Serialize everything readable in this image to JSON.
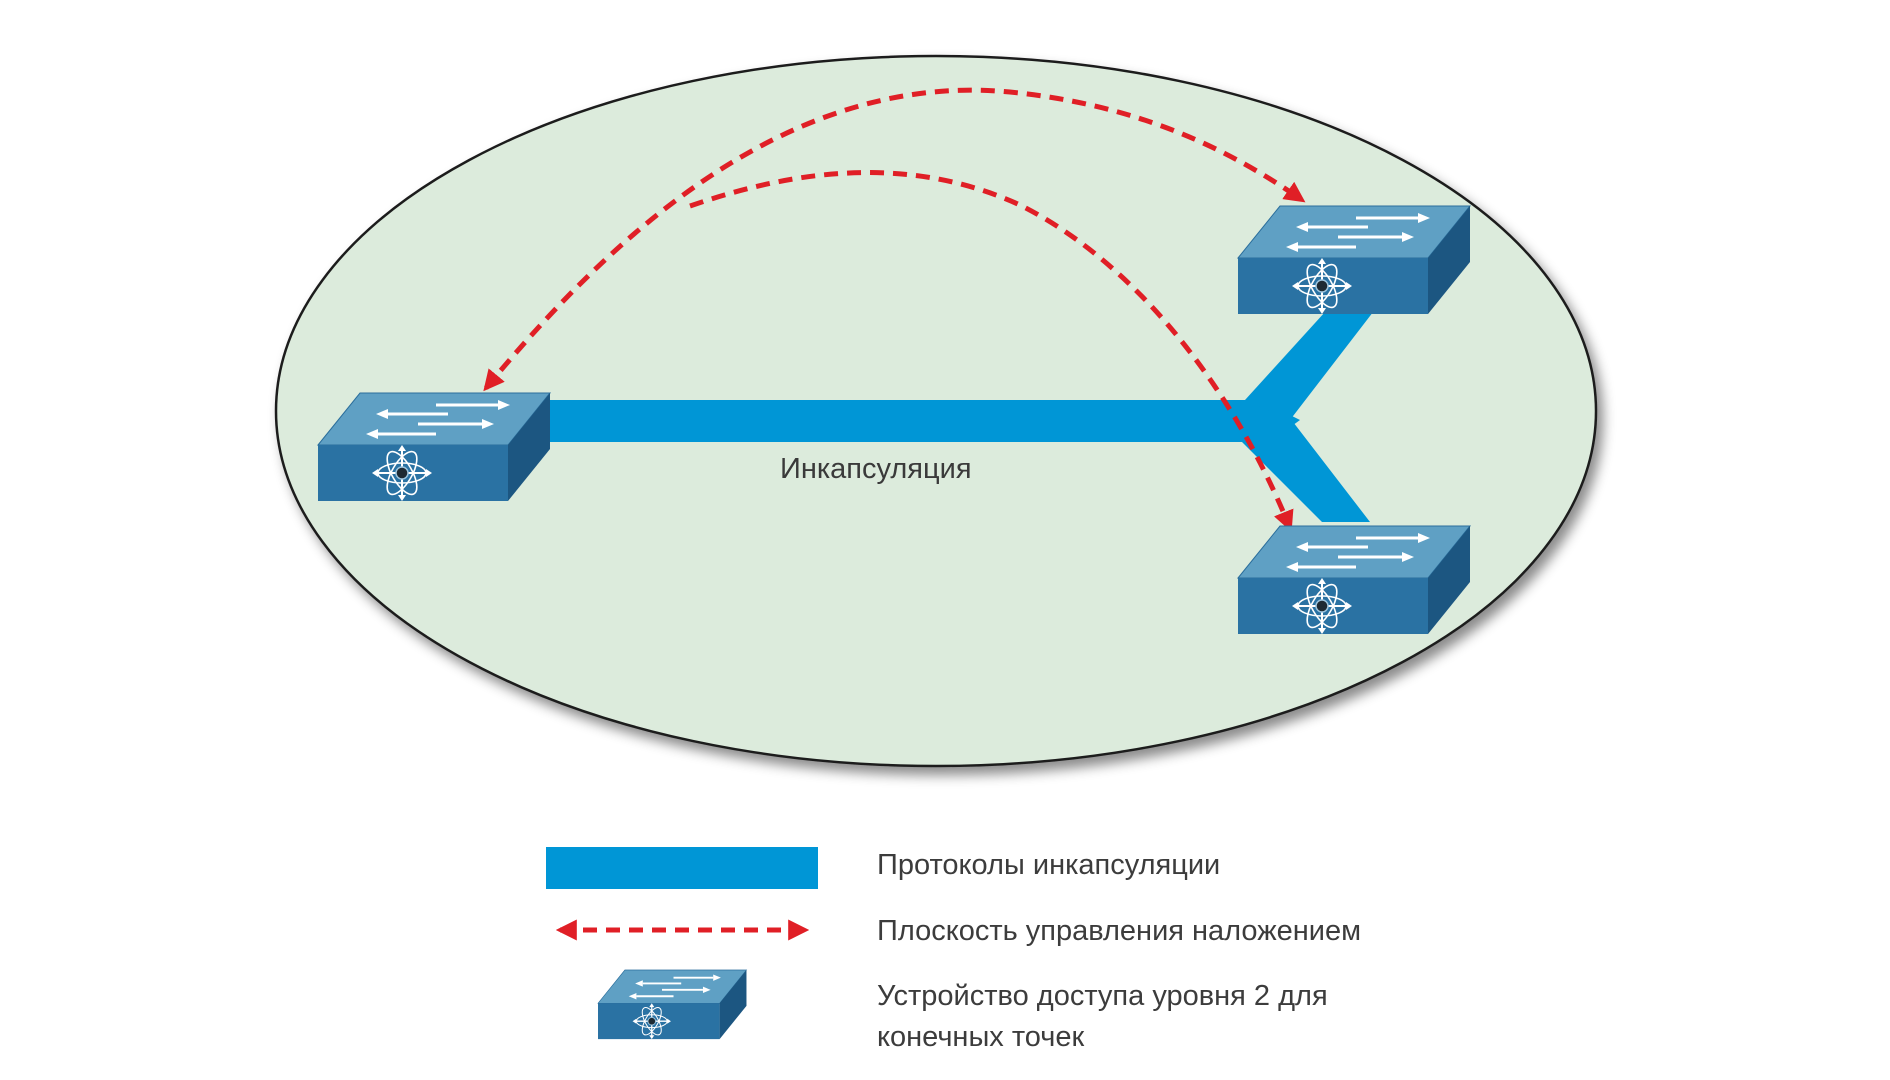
{
  "diagram": {
    "center_label": "Инкапсуляция",
    "colors": {
      "ellipse_fill": "#dcebdc",
      "ellipse_stroke": "#1f1f1f",
      "tunnel": "#0096d6",
      "control_plane": "#e01f26",
      "device_top": "#5fa0c4",
      "device_front": "#2a72a3",
      "device_side": "#1c5681"
    },
    "devices": [
      {
        "name": "left-switch",
        "icon": "layer2-switch-icon"
      },
      {
        "name": "top-right-switch",
        "icon": "layer2-switch-icon"
      },
      {
        "name": "bottom-right-switch",
        "icon": "layer2-switch-icon"
      }
    ]
  },
  "legend": {
    "tunnel_label": "Протоколы инкапсуляции",
    "control_plane_label": "Плоскость управления наложением",
    "device_label_line1": "Устройство доступа уровня 2 для",
    "device_label_line2": "конечных точек"
  }
}
